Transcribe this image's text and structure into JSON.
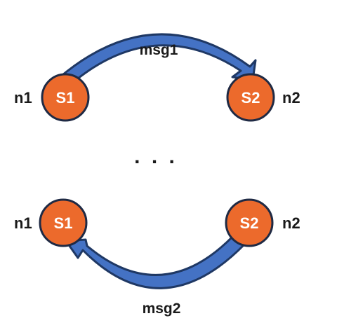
{
  "colors": {
    "node_fill": "#ec6a2c",
    "node_stroke": "#1f2a44",
    "arrow_fill": "#4472c4",
    "arrow_stroke": "#1f3864"
  },
  "top_row": {
    "left_side_label": "n1",
    "left_node": "S1",
    "right_node": "S2",
    "right_side_label": "n2",
    "message": "msg1"
  },
  "ellipsis": ". . .",
  "bottom_row": {
    "left_side_label": "n1",
    "left_node": "S1",
    "right_node": "S2",
    "right_side_label": "n2",
    "message": "msg2"
  }
}
